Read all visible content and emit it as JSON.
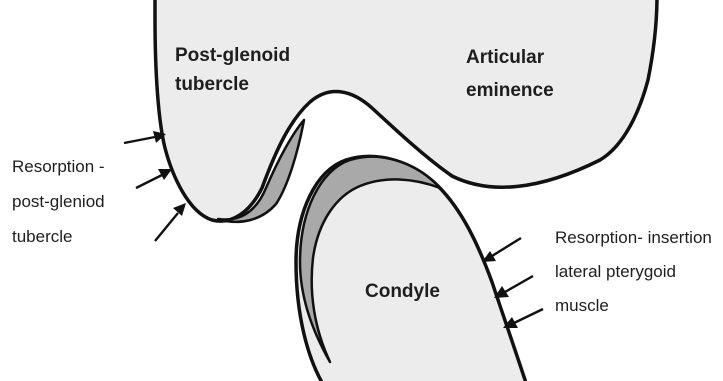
{
  "labels": {
    "post_glenoid": [
      "Post-glenoid",
      "tubercle"
    ],
    "articular_eminence": [
      "Articular",
      "eminence"
    ],
    "condyle": "Condyle",
    "resorption_post_glenoid": [
      "Resorption -",
      "post-gleniod",
      "tubercle"
    ],
    "resorption_insertion": [
      "Resorption- insertion",
      "lateral pterygoid",
      "muscle"
    ]
  },
  "colors": {
    "bone_fill": "#ececec",
    "resorption_fill": "#a9a9a9",
    "outline": "#111111",
    "text": "#1e1e1e"
  }
}
